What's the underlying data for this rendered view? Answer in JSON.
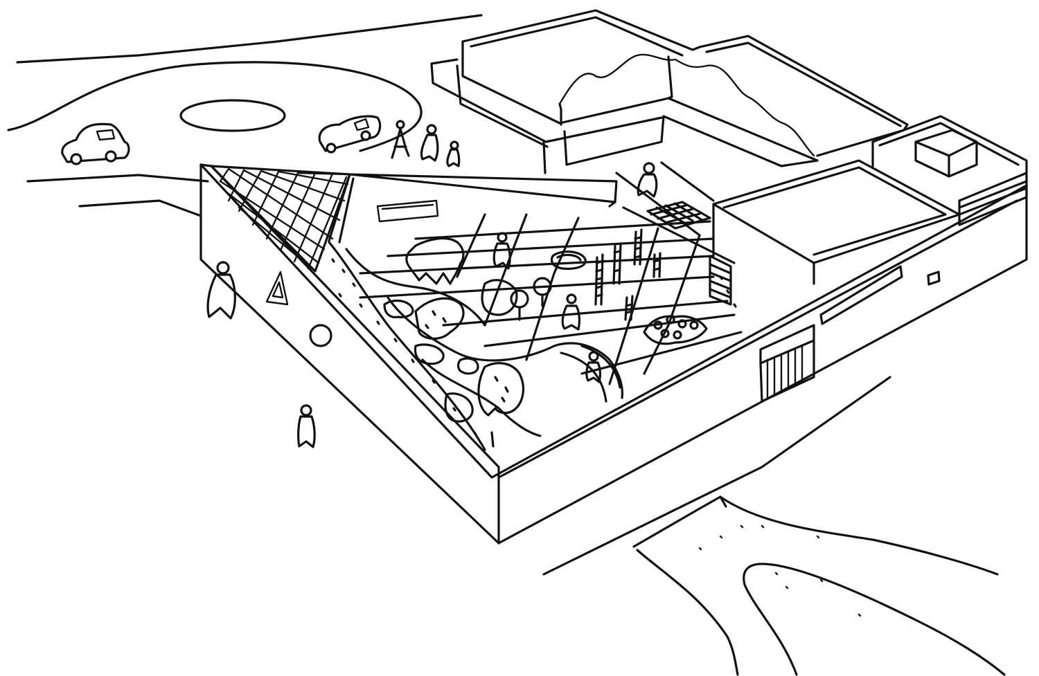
{
  "drawing": {
    "kind": "architectural aerial perspective line sketch",
    "line_color": "#111111",
    "background_color": "#ffffff",
    "elements": [
      "road",
      "roundabout",
      "car",
      "figure",
      "main-building-wall",
      "triangular-courtyard",
      "glass-roof-grid",
      "upper-building-block",
      "entrance-gate",
      "tree",
      "ladder",
      "river"
    ]
  }
}
